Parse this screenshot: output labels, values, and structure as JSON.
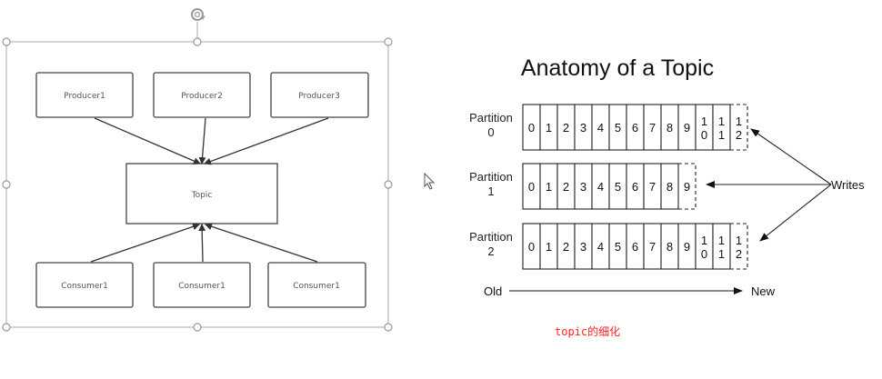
{
  "left_diagram": {
    "producers": [
      "Producer1",
      "Producer2",
      "Producer3"
    ],
    "topic": "Topic",
    "consumers": [
      "Consumer1",
      "Consumer1",
      "Consumer1"
    ],
    "selected": true
  },
  "right_diagram": {
    "title": "Anatomy of a Topic",
    "partitions": [
      {
        "label_line1": "Partition",
        "label_line2": "0",
        "cells": [
          "0",
          "1",
          "2",
          "3",
          "4",
          "5",
          "6",
          "7",
          "8",
          "9",
          "10",
          "11"
        ],
        "next": "12"
      },
      {
        "label_line1": "Partition",
        "label_line2": "1",
        "cells": [
          "0",
          "1",
          "2",
          "3",
          "4",
          "5",
          "6",
          "7",
          "8"
        ],
        "next": "9"
      },
      {
        "label_line1": "Partition",
        "label_line2": "2",
        "cells": [
          "0",
          "1",
          "2",
          "3",
          "4",
          "5",
          "6",
          "7",
          "8",
          "9",
          "10",
          "11"
        ],
        "next": "12"
      }
    ],
    "writes_label": "Writes",
    "old_label": "Old",
    "new_label": "New"
  },
  "caption": "topic的细化",
  "colors": {
    "caption": "#ff2020",
    "line": "#333333",
    "selection": "#a0a0a0"
  }
}
